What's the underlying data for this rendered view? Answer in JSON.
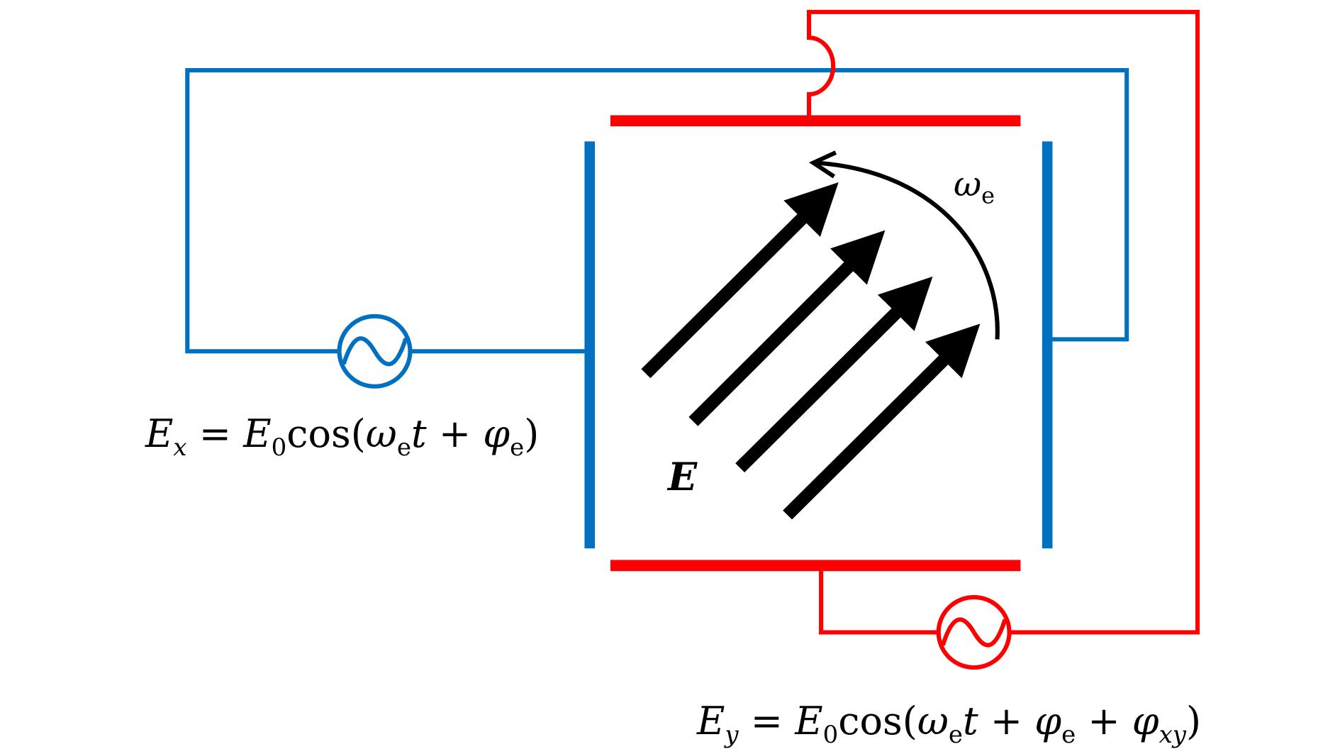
{
  "colors": {
    "x_circuit": "#0070C0",
    "y_circuit": "#FF0000",
    "field": "#000000"
  },
  "labels": {
    "field": "E",
    "omega": "ω",
    "omega_sub": "e"
  },
  "equation_x": {
    "lhs": "E",
    "lhs_sub": "x",
    "eq": " = ",
    "amp": "E",
    "amp_sub": "0",
    "func": "cos(",
    "w": "ω",
    "w_sub": "e",
    "t": "t",
    "plus1": " + ",
    "phi": "φ",
    "phi_sub": "e",
    "close": ")"
  },
  "equation_y": {
    "lhs": "E",
    "lhs_sub": "y",
    "eq": " = ",
    "amp": "E",
    "amp_sub": "0",
    "func": "cos(",
    "w": "ω",
    "w_sub": "e",
    "t": "t",
    "plus1": " + ",
    "phi": "φ",
    "phi_sub": "e",
    "plus2": " + ",
    "phi2": "φ",
    "phi2_sub": "xy",
    "close": ")"
  },
  "icons": [
    "ac-source-icon-x",
    "ac-source-icon-y",
    "rotation-arrow-icon",
    "field-arrow-icon"
  ]
}
